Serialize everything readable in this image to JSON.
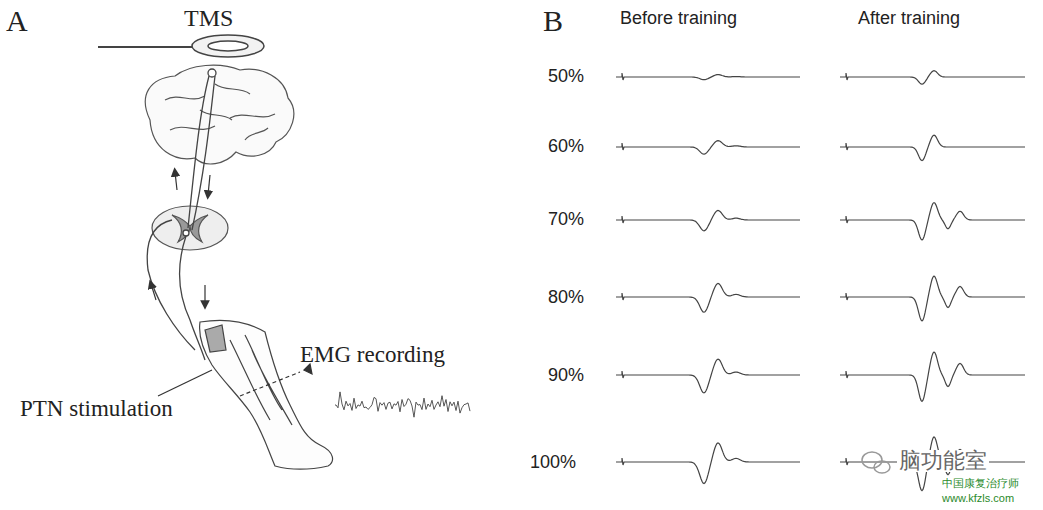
{
  "diagram": {
    "labels": [
      "A",
      "TMS",
      "PTN stimulation",
      "EMG recording",
      "B",
      "Before training",
      "After training",
      "50%",
      "60%",
      "70%",
      "80%",
      "90%",
      "100%",
      "脑功能室",
      "中国康复治疗师",
      "www.kfzls.com"
    ]
  }
}
